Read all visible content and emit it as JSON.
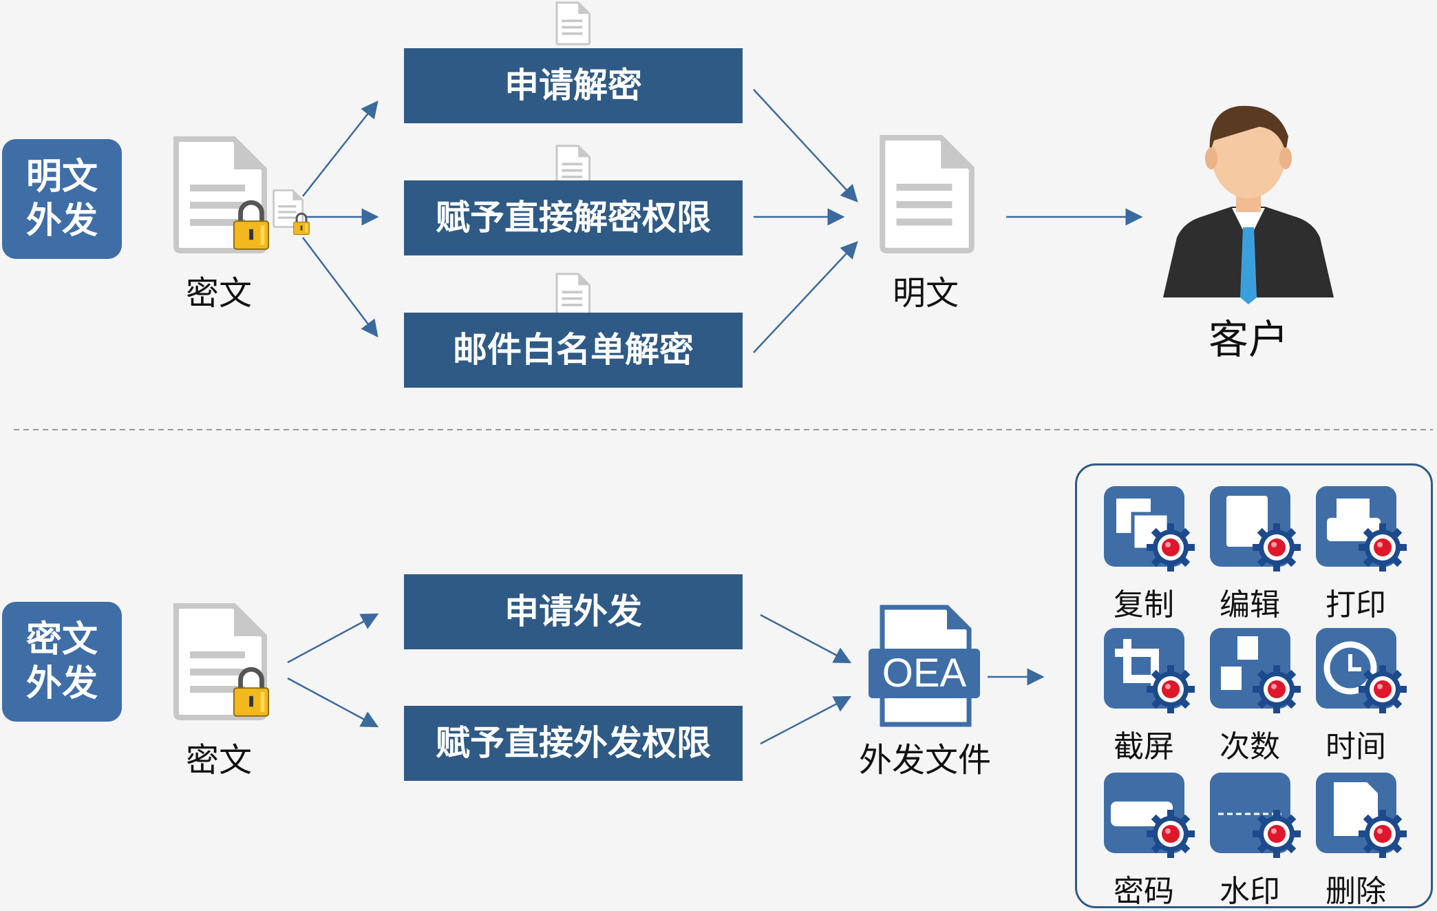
{
  "top": {
    "tag": "明文外发",
    "source_label": "密文",
    "bars": [
      "申请解密",
      "赋予直接解密权限",
      "邮件白名单解密"
    ],
    "result_label": "明文",
    "customer_label": "客户"
  },
  "bottom": {
    "tag": "密文外发",
    "source_label": "密文",
    "bars": [
      "申请外发",
      "赋予直接外发权限"
    ],
    "file_badge": "OEA",
    "file_label": "外发文件",
    "controls": [
      {
        "label": "复制",
        "icon": "copy-icon"
      },
      {
        "label": "编辑",
        "icon": "edit-icon"
      },
      {
        "label": "打印",
        "icon": "printer-icon"
      },
      {
        "label": "截屏",
        "icon": "crop-icon"
      },
      {
        "label": "次数",
        "icon": "count-icon"
      },
      {
        "label": "时间",
        "icon": "clock-icon"
      },
      {
        "label": "密码",
        "icon": "password-icon"
      },
      {
        "label": "水印",
        "icon": "watermark-icon"
      },
      {
        "label": "删除",
        "icon": "delete-icon"
      }
    ]
  },
  "colors": {
    "bar": "#2f5a85",
    "tag": "#3f6ea7",
    "arrow": "#3a6a9e",
    "lock": "#f2b81e",
    "gear": "#1d4a8c",
    "dot": "#e0162b"
  }
}
